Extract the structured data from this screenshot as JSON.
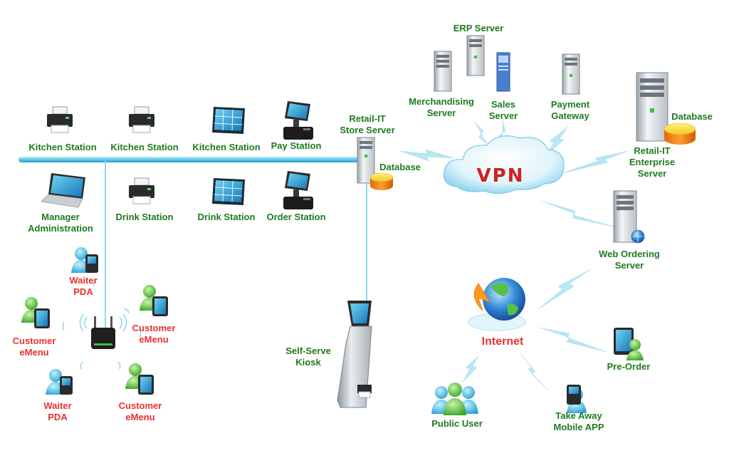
{
  "stations": {
    "kitchen_1": "Kitchen Station",
    "kitchen_2": "Kitchen Station",
    "kitchen_3": "Kitchen Station",
    "pay": "Pay Station",
    "drink_1": "Drink Station",
    "drink_2": "Drink Station",
    "order": "Order Station",
    "manager_1": "Manager",
    "manager_2": "Administration"
  },
  "store": {
    "server_1": "Retail-IT",
    "server_2": "Store Server",
    "database": "Database",
    "kiosk_1": "Self-Serve",
    "kiosk_2": "Kiosk"
  },
  "servers": {
    "erp": "ERP Server",
    "merch_1": "Merchandising",
    "merch_2": "Server",
    "sales_1": "Sales",
    "sales_2": "Server",
    "payment_1": "Payment",
    "payment_2": "Gateway",
    "enterprise_db": "Database",
    "enterprise_1": "Retail-IT",
    "enterprise_2": "Enterprise",
    "enterprise_3": "Server",
    "web_1": "Web Ordering",
    "web_2": "Server"
  },
  "network": {
    "vpn": "VPN",
    "internet": "Internet"
  },
  "clients": {
    "pre_order": "Pre-Order",
    "public_user": "Public User",
    "take_away_1": "Take Away",
    "take_away_2": "Mobile APP"
  },
  "wireless": {
    "waiter_a_1": "Waiter",
    "waiter_a_2": "PDA",
    "waiter_b_1": "Waiter",
    "waiter_b_2": "PDA",
    "cust_a_1": "Customer",
    "cust_a_2": "eMenu",
    "cust_b_1": "Customer",
    "cust_b_2": "eMenu",
    "cust_c_1": "Customer",
    "cust_c_2": "eMenu"
  },
  "colors": {
    "label_green": "#1f7a1f",
    "label_red": "#e8312f",
    "bus_blue": "#5bc8ea",
    "bolt_blue": "#b8e6f3",
    "vpn_red": "#d02020"
  }
}
